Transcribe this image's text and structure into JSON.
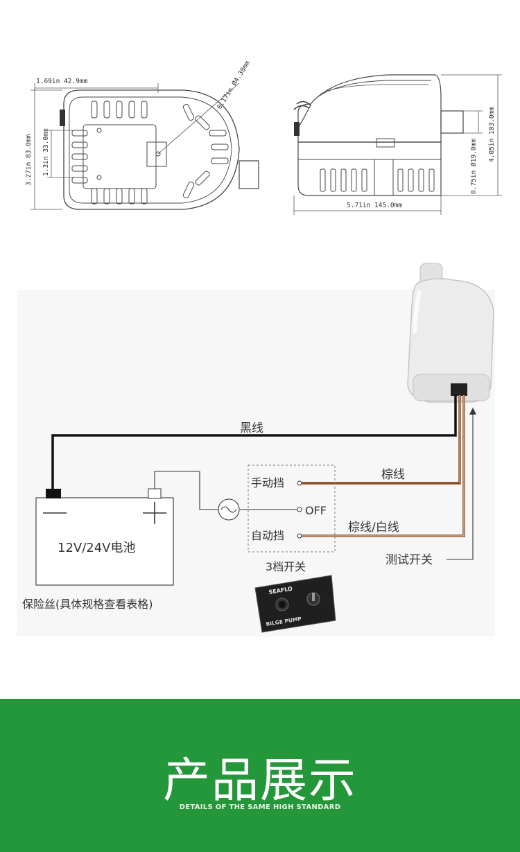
{
  "dimensions": {
    "top_width": "1.69in  42.9mm",
    "hole": "0.17in Ø4.30mm",
    "left_height": "3.27in  83.0mm",
    "inner_height": "1.3in  33.0mm",
    "side_length": "5.71in  145.0mm",
    "total_height": "4.05in  103.0mm",
    "outlet": "0.75in  Ø19.0mm"
  },
  "wiring": {
    "black_wire": "黑线",
    "brown_wire": "棕线",
    "brown_white_wire": "棕线/白线",
    "manual": "手动挡",
    "off": "OFF",
    "auto": "自动挡",
    "battery": "12V/24V电池",
    "switch_title": "3档开关",
    "test_switch": "测试开关",
    "fuse_note": "保险丝(具体规格查看表格)",
    "panel_brand": "SEAFLO",
    "panel_label": "BILGE PUMP"
  },
  "banner": {
    "title": "产品展示",
    "subtitle": "DETAILS OF THE SAME HIGH STANDARD"
  },
  "colors": {
    "banner_green": "#24973a",
    "black_wire": "#111111",
    "brown_wire": "#8a4a1e"
  }
}
